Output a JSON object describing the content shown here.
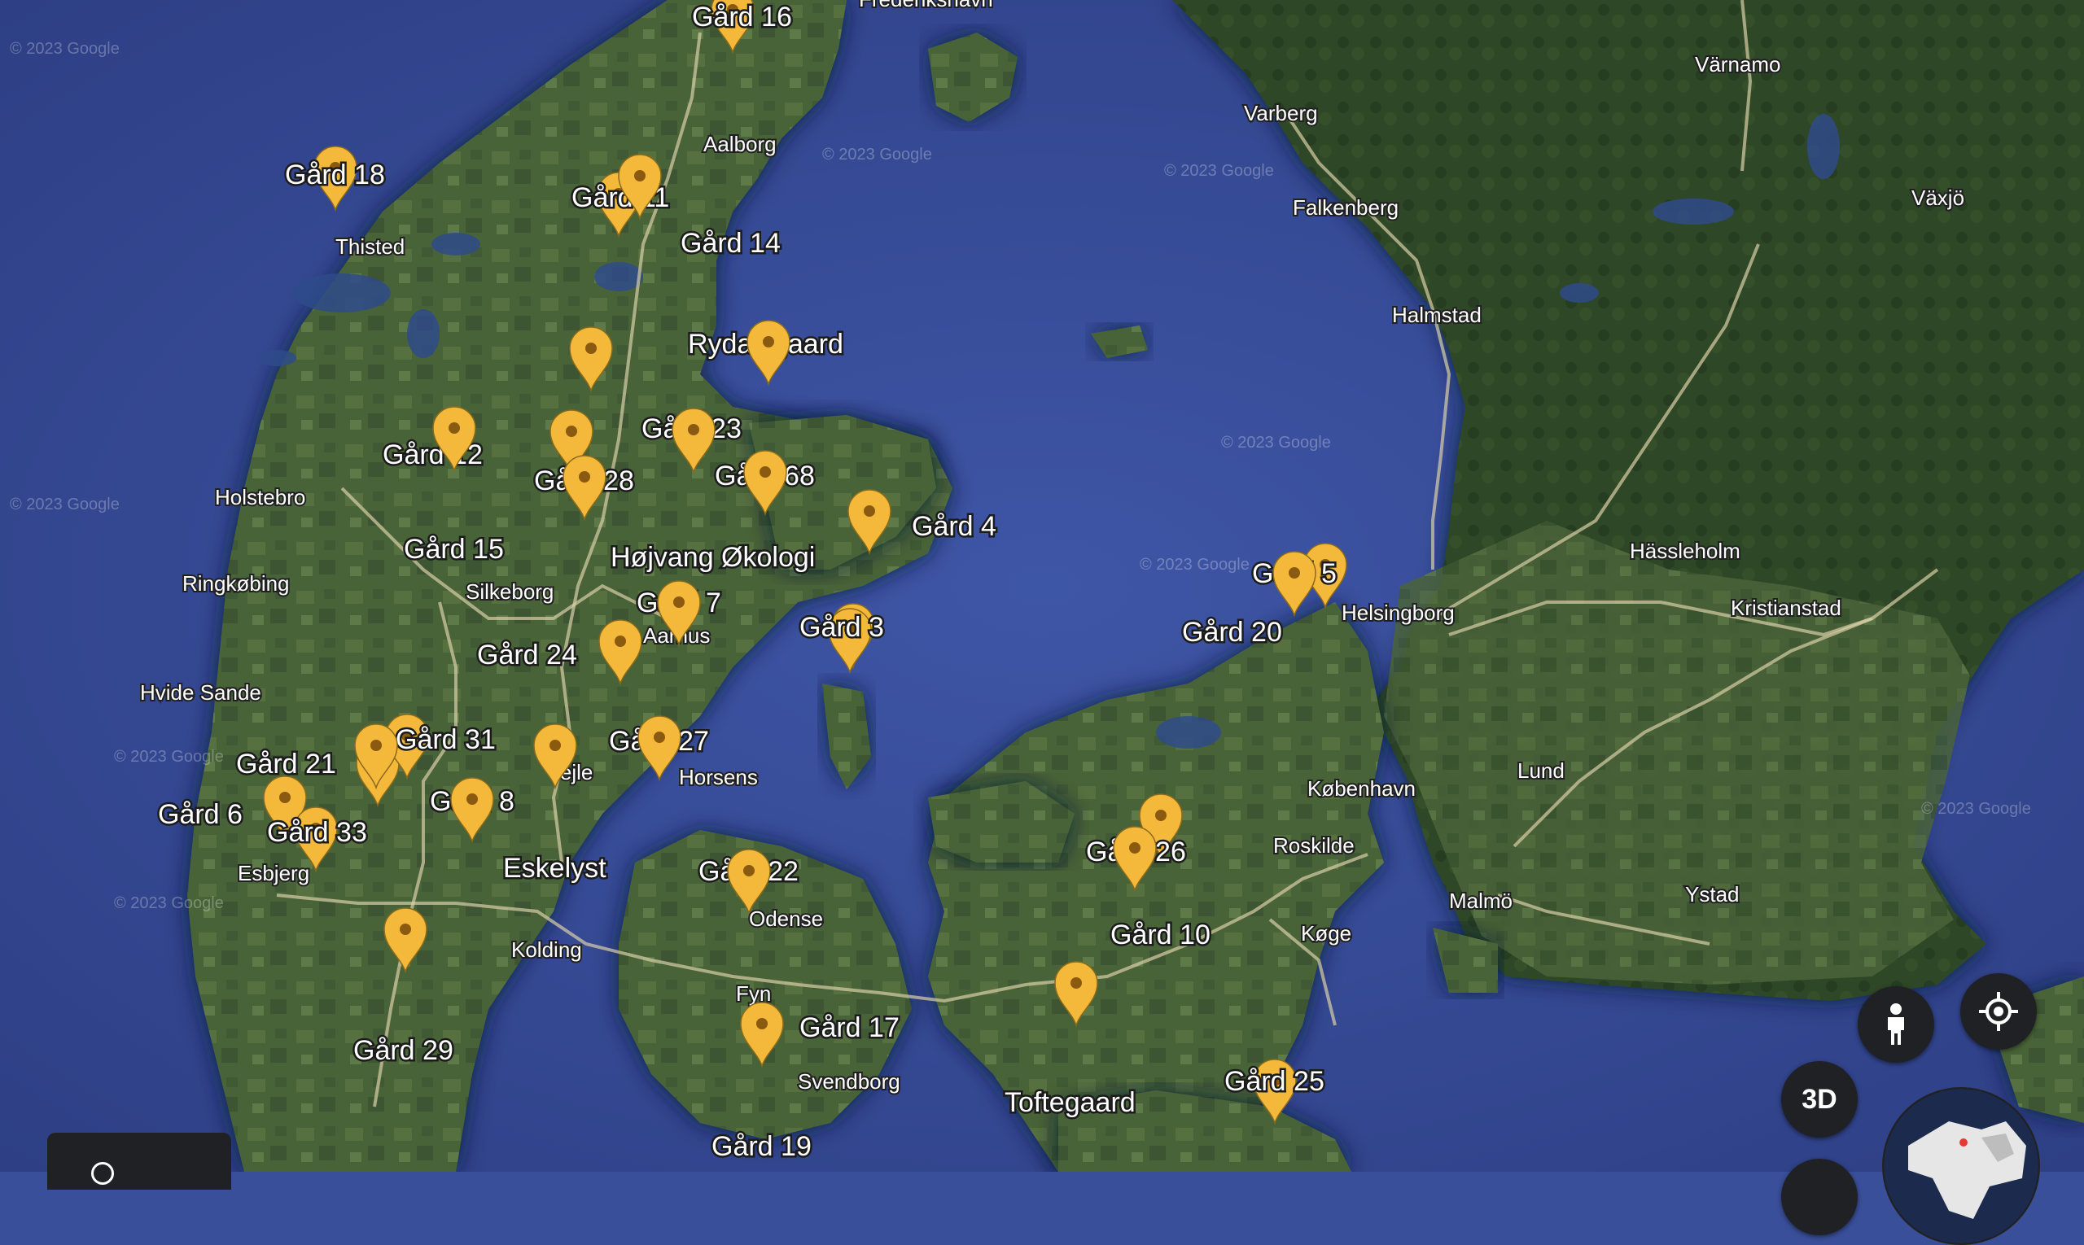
{
  "map": {
    "farm_markers": [
      {
        "id": "gaard-16",
        "label": "Gård 16"
      },
      {
        "id": "gaard-18",
        "label": "Gård 18"
      },
      {
        "id": "gaard-11",
        "label": "Gård 11"
      },
      {
        "id": "gaard-14",
        "label": "Gård 14"
      },
      {
        "id": "rydalsgaard",
        "label": "Rydalsgaard"
      },
      {
        "id": "gaard-23",
        "label": "Gård 23"
      },
      {
        "id": "gaard-12",
        "label": "Gård 12"
      },
      {
        "id": "gaard-28",
        "label": "Gård 28"
      },
      {
        "id": "gaard-68",
        "label": "Gård 68"
      },
      {
        "id": "gaard-15",
        "label": "Gård 15"
      },
      {
        "id": "hojvang",
        "label": "Højvang Økologi"
      },
      {
        "id": "gaard-4",
        "label": "Gård 4"
      },
      {
        "id": "gaard-7",
        "label": "Gård 7"
      },
      {
        "id": "gaard-3",
        "label": "Gård 3"
      },
      {
        "id": "gaard-24",
        "label": "Gård 24"
      },
      {
        "id": "gaard-27",
        "label": "Gård 27"
      },
      {
        "id": "gaard-31",
        "label": "Gård 31"
      },
      {
        "id": "gaard-21",
        "label": "Gård 21"
      },
      {
        "id": "gaard-8",
        "label": "Gård 8"
      },
      {
        "id": "gaard-6",
        "label": "Gård 6"
      },
      {
        "id": "gaard-33",
        "label": "Gård 33"
      },
      {
        "id": "eskelyst",
        "label": "Eskelyst"
      },
      {
        "id": "gaard-22",
        "label": "Gård 22"
      },
      {
        "id": "gaard-29",
        "label": "Gård 29"
      },
      {
        "id": "gaard-17",
        "label": "Gård 17"
      },
      {
        "id": "gaard-19",
        "label": "Gård 19"
      },
      {
        "id": "toftegaard",
        "label": "Toftegaard"
      },
      {
        "id": "gaard-25",
        "label": "Gård 25"
      },
      {
        "id": "gaard-26",
        "label": "Gård 26"
      },
      {
        "id": "gaard-10",
        "label": "Gård 10"
      },
      {
        "id": "gaard-5",
        "label": "Gård 5"
      },
      {
        "id": "gaard-20",
        "label": "Gård 20"
      }
    ],
    "city_labels": [
      "Frederikshavn",
      "Aalborg",
      "Thisted",
      "Holstebro",
      "Ringkøbing",
      "Silkeborg",
      "Aarhus",
      "Hvide Sande",
      "Vejle",
      "Horsens",
      "Esbjerg",
      "Kolding",
      "Odense",
      "Fyn",
      "Svendborg",
      "Varberg",
      "Falkenberg",
      "Halmstad",
      "Värnamo",
      "Växjö",
      "Hässleholm",
      "Kristianstad",
      "Helsingborg",
      "Lund",
      "Malmö",
      "Ystad",
      "København",
      "Roskilde",
      "Køge"
    ],
    "watermark_text": "© 2023 Google",
    "colors": {
      "sea": "#3a4f9a",
      "land": "#3f5a34",
      "marker": "#f4b93a",
      "marker_dot": "#8a5a10",
      "road": "#d9cfa6"
    }
  },
  "controls": {
    "pegman_icon": "pegman-icon",
    "locate_icon": "my-location-icon",
    "view_3d_label": "3D"
  }
}
